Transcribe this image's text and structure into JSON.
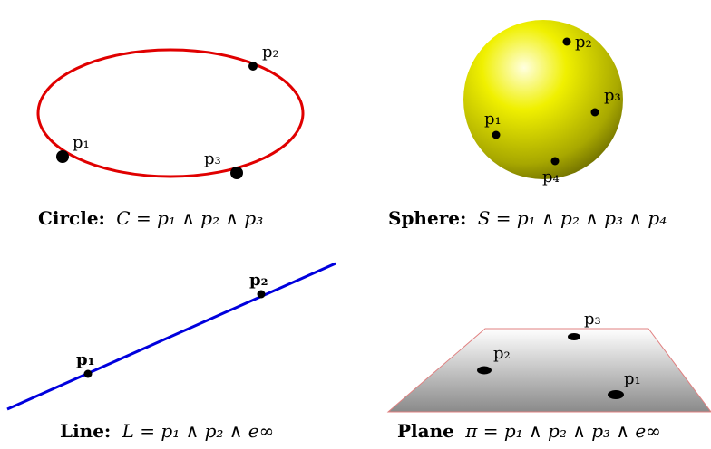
{
  "panels": {
    "circle": {
      "caption_title": "Circle:",
      "caption_formula": "C = p₁ ∧ p₂ ∧ p₃",
      "points": [
        "p₁",
        "p₂",
        "p₃"
      ],
      "color": "#e00000"
    },
    "sphere": {
      "caption_title": "Sphere:",
      "caption_formula": "S = p₁ ∧ p₂ ∧ p₃ ∧ p₄",
      "points": [
        "p₁",
        "p₂",
        "p₃",
        "p₄"
      ],
      "color": "#e6e600"
    },
    "line": {
      "caption_title": "Line:",
      "caption_formula": "L = p₁ ∧ p₂ ∧ e∞",
      "points": [
        "p₁",
        "p₂"
      ],
      "color": "#0000dd"
    },
    "plane": {
      "caption_title": "Plane",
      "caption_formula": "π = p₁ ∧ p₂ ∧ p₃ ∧ e∞",
      "points": [
        "p₁",
        "p₂",
        "p₃"
      ],
      "color": "#999999"
    }
  }
}
